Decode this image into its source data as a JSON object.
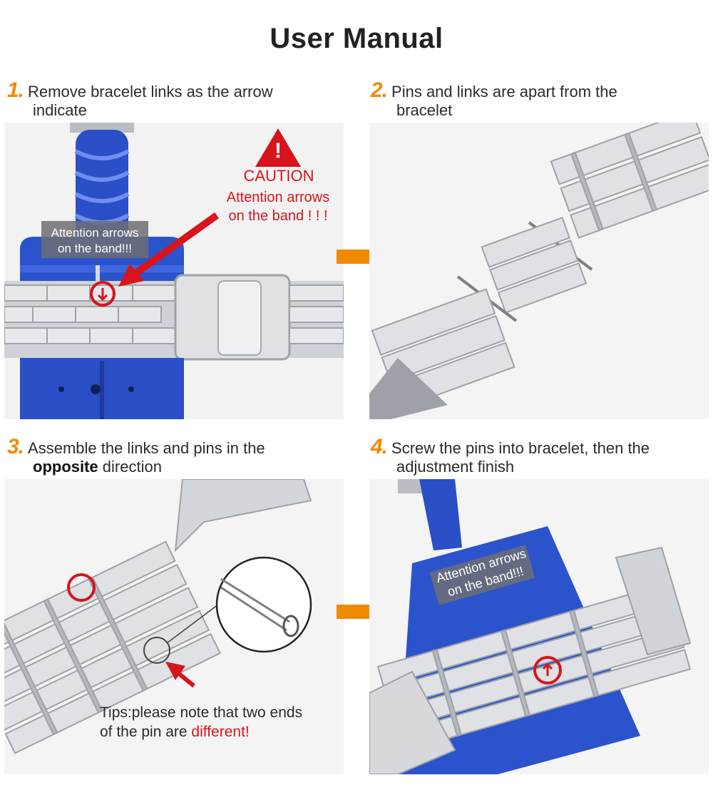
{
  "title": "User Manual",
  "steps": [
    {
      "num": "1.",
      "line1": "Remove bracelet links as the arrow",
      "line2": "indicate"
    },
    {
      "num": "2.",
      "line1": "Pins and links are apart from the",
      "line2": "bracelet"
    },
    {
      "num": "3.",
      "line1": "Assemble the links and pins in the",
      "line2_bold": "opposite",
      "line2_rest": " direction"
    },
    {
      "num": "4.",
      "line1": "Screw the pins into bracelet, then the",
      "line2": "adjustment finish"
    }
  ],
  "panel1": {
    "tool_label_line1": "Attention arrows",
    "tool_label_line2": "on the band!!!",
    "caution_word": "CAUTION",
    "caution_line1": "Attention arrows",
    "caution_line2": "on the band ! ! !",
    "warning_symbol": "!"
  },
  "panel3": {
    "tips_line1": "Tips:please note that two ends",
    "tips_line2_prefix": "of the pin are ",
    "tips_line2_red": "different!"
  },
  "panel4": {
    "tool_label_line1": "Attention arrows",
    "tool_label_line2": "on the band!!!"
  },
  "colors": {
    "accent_orange": "#f08a00",
    "warning_red": "#d8141c",
    "tool_blue": "#2a52c9",
    "steel": "#cfd2d6"
  }
}
